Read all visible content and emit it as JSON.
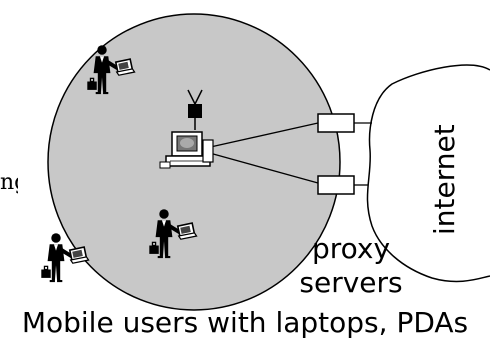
{
  "labels": {
    "partial_left_text": "ng",
    "proxy_servers": "proxy\nservers",
    "internet": "internet",
    "caption": "Mobile users with laptops, PDAs"
  },
  "colors": {
    "cell_fill": "#c8c8c8",
    "stroke": "#000000",
    "background": "#ffffff"
  },
  "icons": {
    "base_station": "computer-with-antenna-icon",
    "users": [
      "businessman-laptop-icon",
      "businessman-laptop-icon",
      "businessman-laptop-icon"
    ],
    "proxies": [
      "proxy-server-box",
      "proxy-server-box"
    ]
  }
}
